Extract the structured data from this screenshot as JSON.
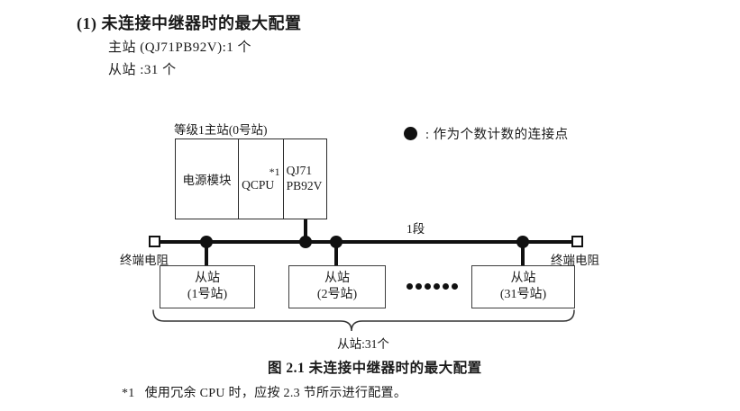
{
  "page": {
    "heading": "(1) 未连接中继器时的最大配置",
    "master_line": "主站 (QJ71PB92V):1 个",
    "slave_line": "从站 :31 个"
  },
  "legend": {
    "text": ": 作为个数计数的连接点"
  },
  "diagram": {
    "master": {
      "label": "等级1主站(0号站)",
      "power": "电源模块",
      "cpu": "QCPU",
      "cpu_note": "*1",
      "pb_line1": "QJ71",
      "pb_line2": "PB92V"
    },
    "bus": {
      "segment_label": "1段",
      "terminator_left": "终端电阻",
      "terminator_right": "终端电阻"
    },
    "slaves": [
      {
        "line1": "从站",
        "line2": "(1号站)"
      },
      {
        "line1": "从站",
        "line2": "(2号站)"
      },
      {
        "line1": "从站",
        "line2": "(31号站)"
      }
    ],
    "slaves_summary": "从站:31个"
  },
  "caption": "图 2.1 未连接中继器时的最大配置",
  "footnote": {
    "marker": "*1",
    "text": "使用冗余 CPU 时，应按 2.3 节所示进行配置。"
  },
  "colors": {
    "ink": "#1a1a1a",
    "line": "#111111",
    "box_border": "#2b2b2b"
  }
}
